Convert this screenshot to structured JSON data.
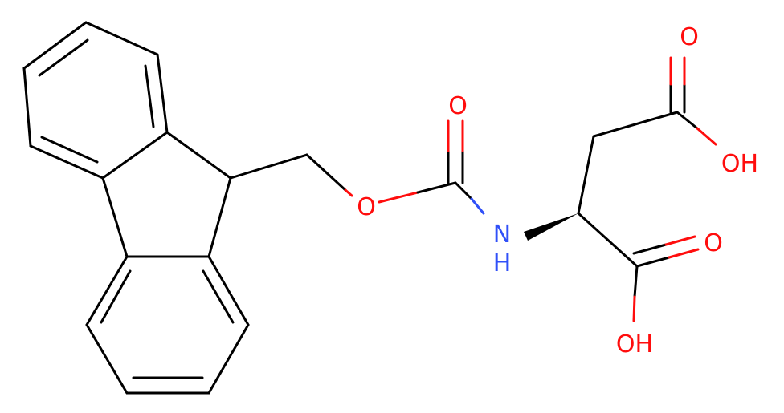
{
  "molecule": {
    "colors": {
      "carbon_bond": "#000000",
      "oxygen": "#ff0d0d",
      "nitrogen": "#3050f8",
      "background": "#ffffff"
    },
    "atom_labels": {
      "carbamate_ester_o": "O",
      "carbamate_carbonyl_o": "O",
      "amide_n": "N",
      "amide_h": "H",
      "side_chain_carbonyl_o": "O",
      "side_chain_hydroxyl": "OH",
      "alpha_carbonyl_o": "O",
      "alpha_hydroxyl": "OH"
    },
    "stereo": {
      "alpha_carbon_bond": "wedge"
    }
  }
}
